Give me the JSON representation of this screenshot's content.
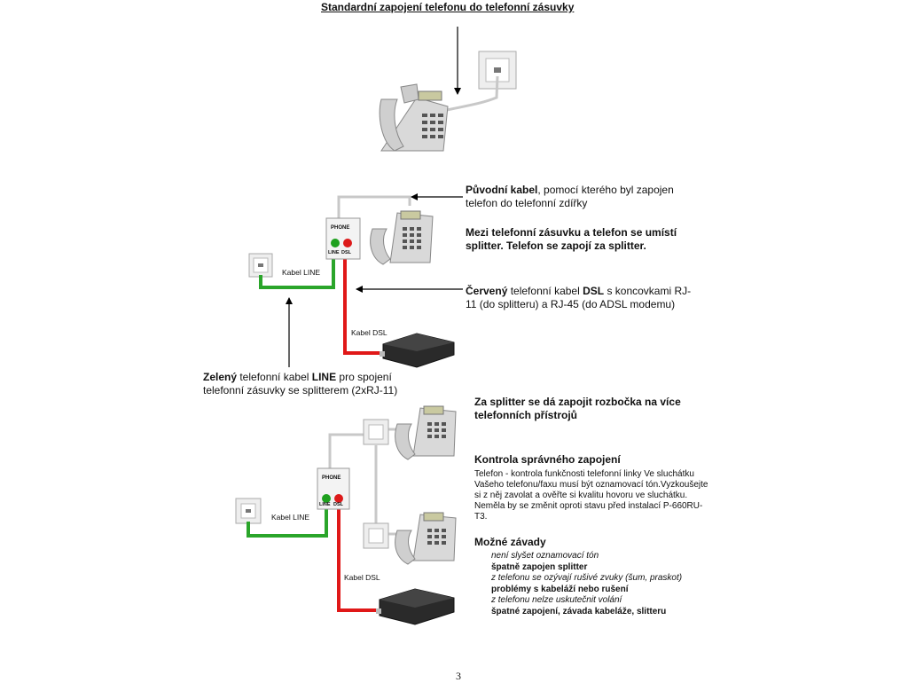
{
  "title": "Standardní zapojení telefonu do telefonní zásuvky",
  "labels": {
    "kabel_line": "Kabel LINE",
    "kabel_dsl": "Kabel DSL",
    "phone": "PHONE",
    "line": "LINE",
    "dsl": "DSL"
  },
  "section2": {
    "puvodni_bold": "Původní kabel",
    "puvodni_rest": ", pomocí kterého byl zapojen telefon do telefonní zdířky",
    "mezi_bold": "Mezi telefonní zásuvku a telefon se umístí splitter. Telefon se zapojí za splitter.",
    "cerveny_bold1": "Červený",
    "cerveny_rest1": " telefonní kabel ",
    "cerveny_bold2": "DSL",
    "cerveny_rest2": " s koncovkami RJ-11 (do splitteru) a RJ-45 (do ADSL modemu)",
    "zeleny_bold1": "Zelený",
    "zeleny_rest1": " telefonní kabel ",
    "zeleny_bold2": "LINE",
    "zeleny_rest2": " pro spojení telefonní zásuvky se splitterem (2xRJ-11)"
  },
  "section3": {
    "rozbocka": "Za splitter se dá zapojit rozbočka na více telefonních přístrojů",
    "kontrola_heading": "Kontrola správného zapojení",
    "kontrola_text": "Telefon - kontrola funkčnosti telefonní linky Ve sluchátku Vašeho telefonu/faxu musí být oznamovací tón.Vyzkoušejte si z něj zavolat a ověřte si kvalitu hovoru ve sluchátku. Neměla by se změnit oproti stavu před instalací P-660RU-T3.",
    "zavady_heading": "Možné závady",
    "zavady": [
      {
        "text": "není slyšet oznamovací tón",
        "style": "it"
      },
      {
        "text": "špatně zapojen splitter",
        "style": "bd"
      },
      {
        "text": "z telefonu se ozývají rušivé zvuky (šum, praskot)",
        "style": "it"
      },
      {
        "text": "problémy s kabeláží nebo rušení",
        "style": "bd"
      },
      {
        "text": "z telefonu nelze uskutečnit volání",
        "style": "it"
      },
      {
        "text": "špatné zapojení, závada kabeláže, slitteru",
        "style": "bd"
      }
    ]
  },
  "page_number": "3",
  "colors": {
    "line_cable": "#2aa52a",
    "dsl_cable": "#e01818",
    "phone_cable": "#c8c8c8"
  }
}
